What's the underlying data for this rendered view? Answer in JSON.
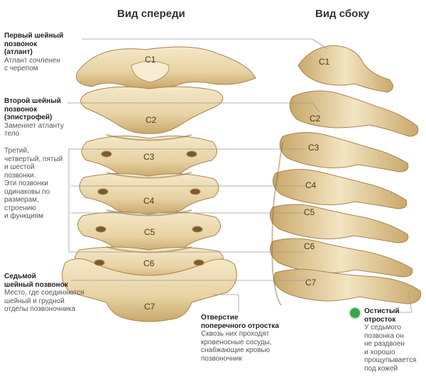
{
  "titles": {
    "front": "Вид спереди",
    "side": "Вид сбоку"
  },
  "captions": {
    "c1": {
      "title": [
        "Первый шейный",
        "позвонок",
        "(атлант)"
      ],
      "desc": [
        "Атлант сочленен",
        "с черепом"
      ]
    },
    "c2": {
      "title": [
        "Второй шейный",
        "позвонок",
        "(эпистрофей)"
      ],
      "desc": [
        "Заменяет атланту",
        "тело"
      ]
    },
    "c3_6": {
      "desc": [
        "Третий,",
        "четвертый, пятый",
        "и шестой",
        "позвонки.",
        "Эти позвонки",
        "одинаковы по",
        "размерам,",
        "строению",
        "и функциям"
      ]
    },
    "c7": {
      "title": [
        "Седьмой",
        "шейный позвонок"
      ],
      "desc": [
        "Место, где соединяются",
        "шейный и грудной",
        "отделы позвоночника"
      ]
    },
    "foramen": {
      "title": [
        "Отверстие",
        "поперечного отростка"
      ],
      "desc": [
        "Сквозь них проходят",
        "кровеносные сосуды,",
        "снабжающие кровью",
        "позвоночник"
      ]
    },
    "spinous": {
      "title": [
        "Остистый",
        "отросток"
      ],
      "desc": [
        "У седьмого",
        "позвонка он",
        "не раздвоен",
        "и хорошо",
        "прощупывается",
        "под кожей"
      ]
    }
  },
  "front_labels": [
    "C1",
    "C2",
    "C3",
    "C4",
    "C5",
    "C6",
    "C7"
  ],
  "side_labels": [
    "C1",
    "C2",
    "C3",
    "C4",
    "C5",
    "C6",
    "C7"
  ],
  "colors": {
    "bone": "#ead7ae",
    "bone_shadow": "#c9a96b",
    "bone_dark": "#9b7a45",
    "line": "#9a9a9a",
    "badge": "#3aa64a"
  }
}
